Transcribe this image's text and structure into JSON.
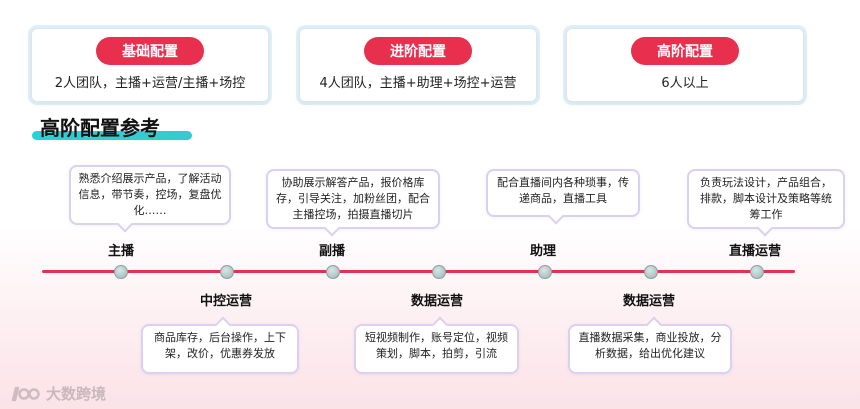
{
  "tiers": [
    {
      "label": "基础配置",
      "desc": "2人团队，主播+运营/主播+场控"
    },
    {
      "label": "进阶配置",
      "desc": "4人团队，主播+助理+场控+运营"
    },
    {
      "label": "高阶配置",
      "desc": "6人以上"
    }
  ],
  "section_title": "高阶配置参考",
  "roles_top": [
    {
      "name": "主播",
      "desc": "熟悉介绍展示产品，了解活动信息，带节奏，控场，复盘优化……"
    },
    {
      "name": "副播",
      "desc": "协助展示解答产品，报价格库存，引导关注，加粉丝团，配合主播控场，拍摄直播切片"
    },
    {
      "name": "助理",
      "desc": "配合直播间内各种琐事，传递商品，直播工具"
    },
    {
      "name": "直播运营",
      "desc": "负责玩法设计，产品组合，排款，脚本设计及策略等统筹工作"
    }
  ],
  "roles_bottom": [
    {
      "name": "中控运营",
      "desc": "商品库存，后台操作，上下架，改价，优惠券发放"
    },
    {
      "name": "数据运营",
      "desc": "短视频制作，账号定位，视频策划，脚本，拍剪，引流"
    },
    {
      "name": "数据运营",
      "desc": "直播数据采集，商业投放，分析数据，给出优化建议"
    }
  ],
  "logo_text": "大数跨境",
  "colors": {
    "accent": "#e8304e",
    "underline": "#27d3d7",
    "bubble_border": "#d9d0f2"
  }
}
